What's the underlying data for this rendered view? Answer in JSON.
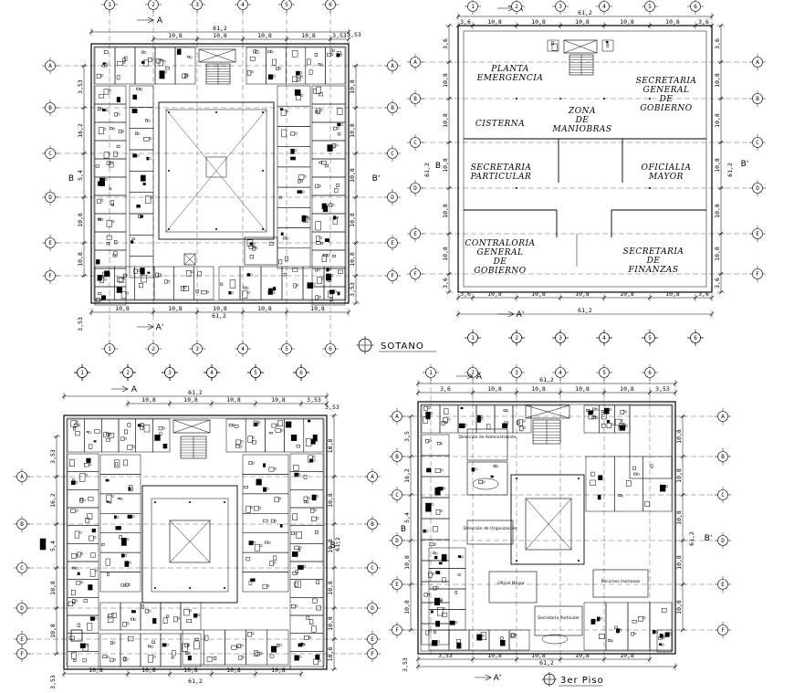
{
  "titles": {
    "sotano": "SOTANO",
    "third_floor": "3er Piso"
  },
  "grid_numbers": [
    "1",
    "2",
    "3",
    "4",
    "5",
    "6"
  ],
  "grid_letters": [
    "A",
    "B",
    "C",
    "D",
    "E",
    "F"
  ],
  "section_marks": {
    "a": "A",
    "a_prime": "A'",
    "b": "B",
    "b_prime": "B'"
  },
  "dims": {
    "overall": "61,2",
    "bay": "10,8",
    "small_a": "3,6",
    "small_b": "3,53",
    "side_162": "16,2",
    "side_54": "5,4",
    "side_35": "3,5",
    "side_108": "10,8",
    "side_361": "3,6",
    "side_353": "3,53"
  },
  "zones": [
    {
      "lines": [
        "PLANTA",
        "EMERGENCIA"
      ]
    },
    {
      "lines": [
        "SECRETARIA",
        "GENERAL",
        "DE",
        "GOBIERNO"
      ]
    },
    {
      "lines": [
        "CISTERNA"
      ]
    },
    {
      "lines": [
        "ZONA",
        "DE",
        "MANIOBRAS"
      ]
    },
    {
      "lines": [
        "SECRETARIA",
        "PARTICULAR"
      ]
    },
    {
      "lines": [
        "OFICIALIA",
        "MAYOR"
      ]
    },
    {
      "lines": [
        "CONTRALORIA",
        "GENERAL",
        "DE",
        "GOBIERNO"
      ]
    },
    {
      "lines": [
        "SECRETARIA",
        "DE",
        "FINANZAS"
      ]
    }
  ],
  "third_floor_rooms": [
    "Dirección de Administración",
    "Dirección de Organización",
    "Oficial Mayor",
    "Recursos Humanos",
    "Secretaría Particular"
  ],
  "colors": {
    "line": "#000000",
    "background": "#ffffff"
  }
}
